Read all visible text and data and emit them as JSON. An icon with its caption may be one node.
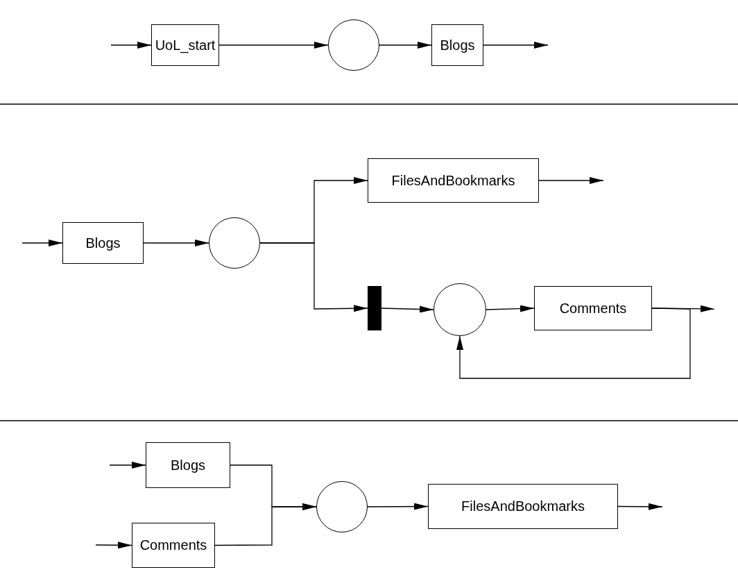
{
  "diagram": {
    "nodes": [
      {
        "text": [
          "UoL_start"
        ]
      },
      {
        "text": [],
        "shape": "circle"
      },
      {
        "text": [
          "Blogs"
        ]
      },
      {
        "text": [
          "Blogs"
        ]
      },
      {
        "text": [],
        "shape": "circle"
      },
      {
        "text": [
          "FilesAndBookmarks"
        ]
      },
      {
        "text": [],
        "shape": "bar"
      },
      {
        "text": [],
        "shape": "circle"
      },
      {
        "text": [
          "Comments"
        ]
      },
      {
        "text": [
          "Blogs"
        ]
      },
      {
        "text": [
          "Comments"
        ]
      },
      {
        "text": [],
        "shape": "circle"
      },
      {
        "text": [
          "FilesAndBookmarks"
        ]
      }
    ],
    "edges": [
      {
        "from": null,
        "to": 0,
        "arrow": "to"
      },
      {
        "from": 0,
        "to": 1,
        "arrow": "to"
      },
      {
        "from": 1,
        "to": 2,
        "arrow": "to"
      },
      {
        "from": 2,
        "to": null,
        "arrow": "to"
      },
      {
        "from": null,
        "to": 3,
        "arrow": "to"
      },
      {
        "from": 3,
        "to": 4,
        "arrow": "to"
      },
      {
        "from": 4,
        "to": 5,
        "arrow": "to"
      },
      {
        "from": 4,
        "to": 6,
        "arrow": "to"
      },
      {
        "from": 5,
        "to": null,
        "arrow": "to"
      },
      {
        "from": 6,
        "to": 7,
        "arrow": "to"
      },
      {
        "from": 7,
        "to": 8,
        "arrow": "to"
      },
      {
        "from": 8,
        "to": null,
        "arrow": "to"
      },
      {
        "from": 8,
        "to": 7,
        "arrow": "to"
      },
      {
        "from": null,
        "to": 9,
        "arrow": "to"
      },
      {
        "from": null,
        "to": 10,
        "arrow": "to"
      },
      {
        "from": 9,
        "to": 11,
        "arrow": "to"
      },
      {
        "from": 10,
        "to": 11,
        "arrow": "to"
      },
      {
        "from": 12,
        "to": null,
        "arrow": "to"
      },
      {
        "from": 11,
        "to": 12,
        "arrow": "to"
      }
    ]
  }
}
